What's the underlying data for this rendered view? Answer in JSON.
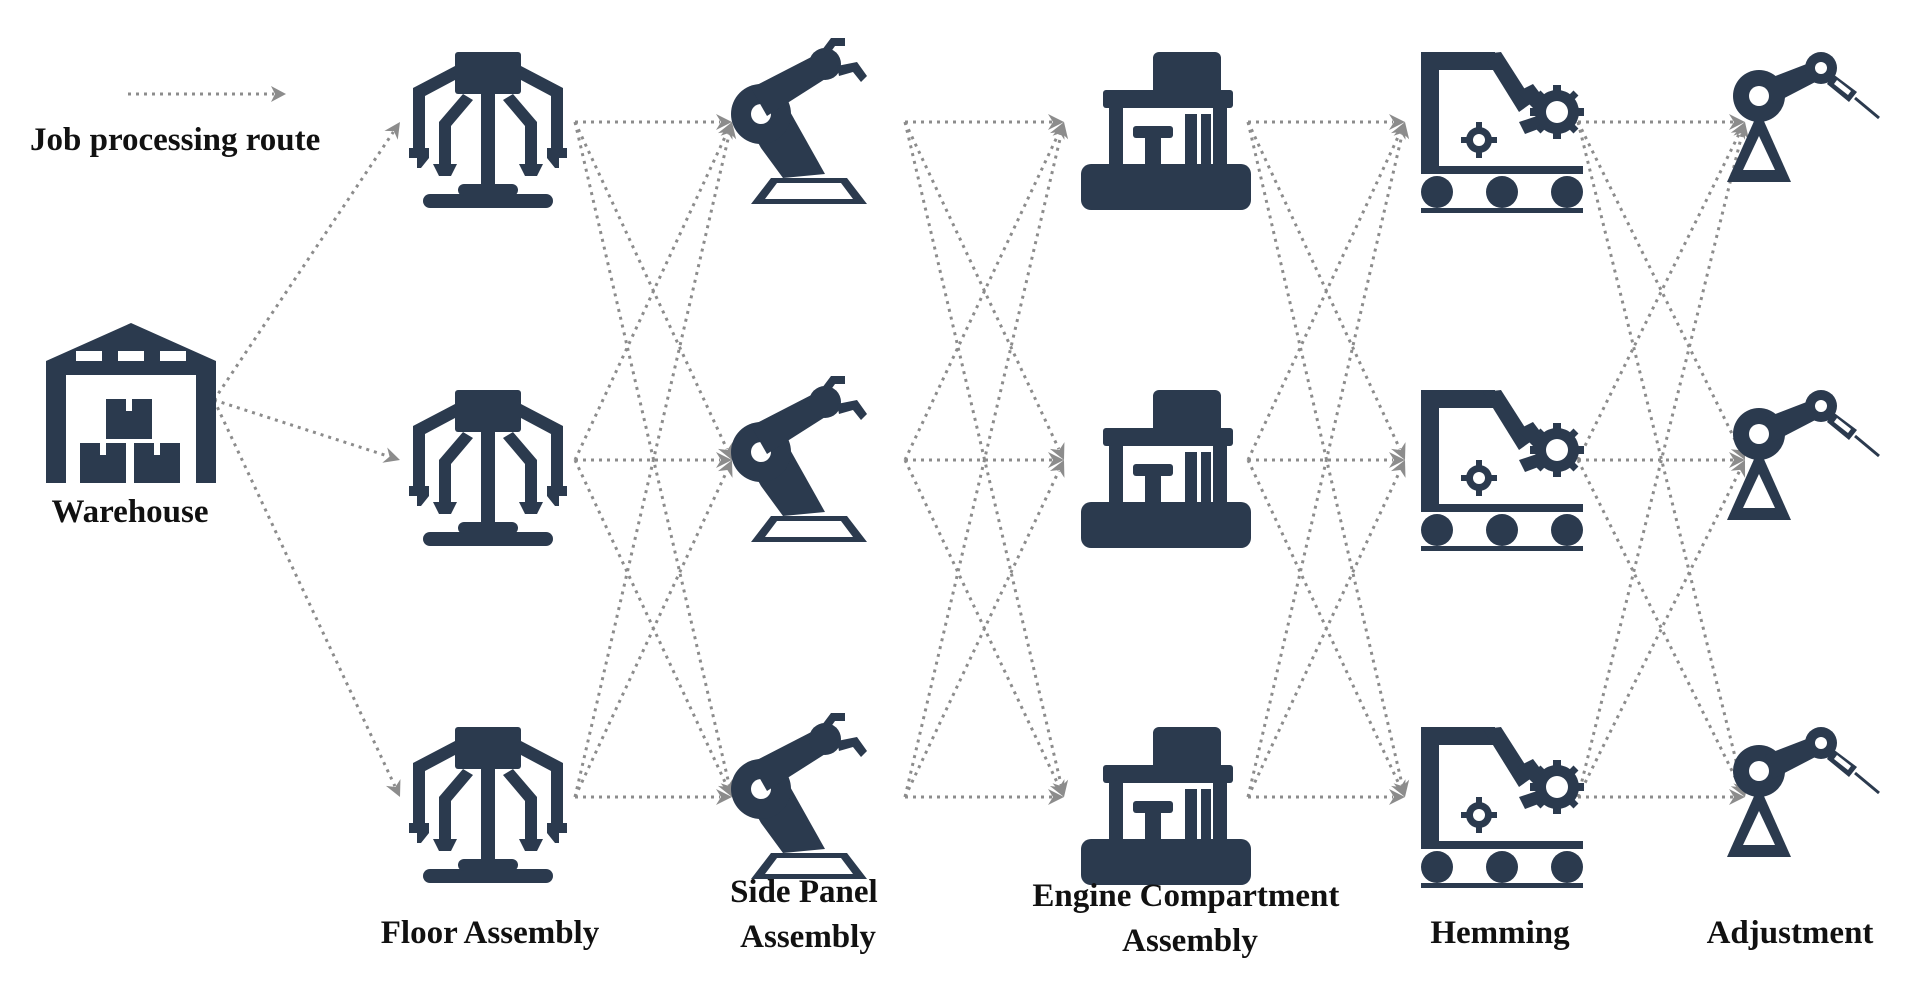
{
  "legend": {
    "text": "Job processing route"
  },
  "warehouse": {
    "label": "Warehouse",
    "icon": "warehouse-icon"
  },
  "stages": [
    {
      "id": "floor",
      "label_lines": [
        "Floor Assembly"
      ],
      "icon": "gripper-robot-icon",
      "machines": 3
    },
    {
      "id": "side",
      "label_lines": [
        "Side Panel",
        "Assembly"
      ],
      "icon": "robot-arm-icon",
      "machines": 3
    },
    {
      "id": "engine",
      "label_lines": [
        "Engine Compartment",
        "Assembly"
      ],
      "icon": "assembly-machine-icon",
      "machines": 3
    },
    {
      "id": "hemming",
      "label_lines": [
        "Hemming"
      ],
      "icon": "conveyor-robot-icon",
      "machines": 3
    },
    {
      "id": "adjust",
      "label_lines": [
        "Adjustment"
      ],
      "icon": "welding-robot-icon",
      "machines": 3
    }
  ],
  "colors": {
    "icon": "#2b3a4e",
    "route": "#8c8c8c",
    "text": "#111111"
  }
}
